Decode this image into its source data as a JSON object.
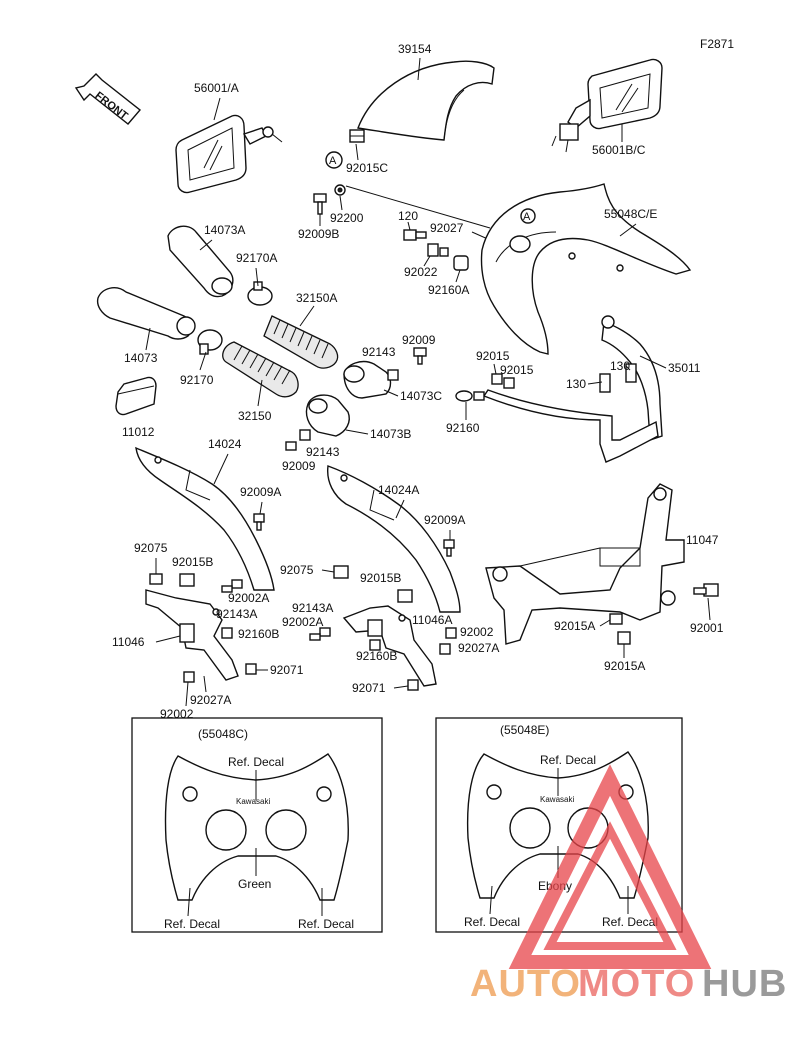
{
  "figure_code": "F2871",
  "front_label": "FRONT",
  "circle_marker": "A",
  "parts": {
    "p39154": "39154",
    "p56001A": "56001/A",
    "p56001BC": "56001B/C",
    "p92015C": "92015C",
    "p92200": "92200",
    "p92009B": "92009B",
    "p120": "120",
    "p92027": "92027",
    "p55048CE": "55048C/E",
    "p92022": "92022",
    "p92160A": "92160A",
    "p14073A": "14073A",
    "p92170A": "92170A",
    "p32150A": "32150A",
    "p14073": "14073",
    "p92009": "92009",
    "p92143_top": "92143",
    "p92015": "92015",
    "p92015_b": "92015",
    "p130_a": "130",
    "p35011": "35011",
    "p130_b": "130",
    "p92170": "92170",
    "p14073C": "14073C",
    "p11012": "11012",
    "p32150": "32150",
    "p92160": "92160",
    "p14073B": "14073B",
    "p14024": "14024",
    "p92009_mid": "92009",
    "p92143_mid": "92143",
    "p92009A_l": "92009A",
    "p14024A": "14024A",
    "p92009A_r": "92009A",
    "p11047": "11047",
    "p92075_l": "92075",
    "p92015B_l": "92015B",
    "p92075_m": "92075",
    "p92015B_m": "92015B",
    "p92002A_l": "92002A",
    "p92143A_l": "92143A",
    "p92143A_m": "92143A",
    "p11046A": "11046A",
    "p92001": "92001",
    "p92002A_m": "92002A",
    "p11046": "11046",
    "p92160B_l": "92160B",
    "p92002_r": "92002",
    "p92015A_a": "92015A",
    "p92027A_r": "92027A",
    "p92160B_m": "92160B",
    "p92071_l": "92071",
    "p92015A_b": "92015A",
    "p92071_m": "92071",
    "p92027A_l": "92027A",
    "p92002_l": "92002"
  },
  "variant_left": {
    "code": "(55048C)",
    "ref_decal_top": "Ref. Decal",
    "brand": "Kawasaki",
    "color": "Green",
    "ref_decal_left": "Ref. Decal",
    "ref_decal_right": "Ref. Decal"
  },
  "variant_right": {
    "code": "(55048E)",
    "ref_decal_top": "Ref. Decal",
    "brand": "Kawasaki",
    "color": "Ebony",
    "ref_decal_left": "Ref. Decal",
    "ref_decal_right": "Ref. Decal"
  },
  "watermark": {
    "auto": "AUTO",
    "moto": "MOTO",
    "hub": "HUB",
    "color_auto": "#f2b37a",
    "color_moto": "#ef8a86",
    "color_hub": "#9a9a9a",
    "color_triangle": "#e8454a"
  }
}
